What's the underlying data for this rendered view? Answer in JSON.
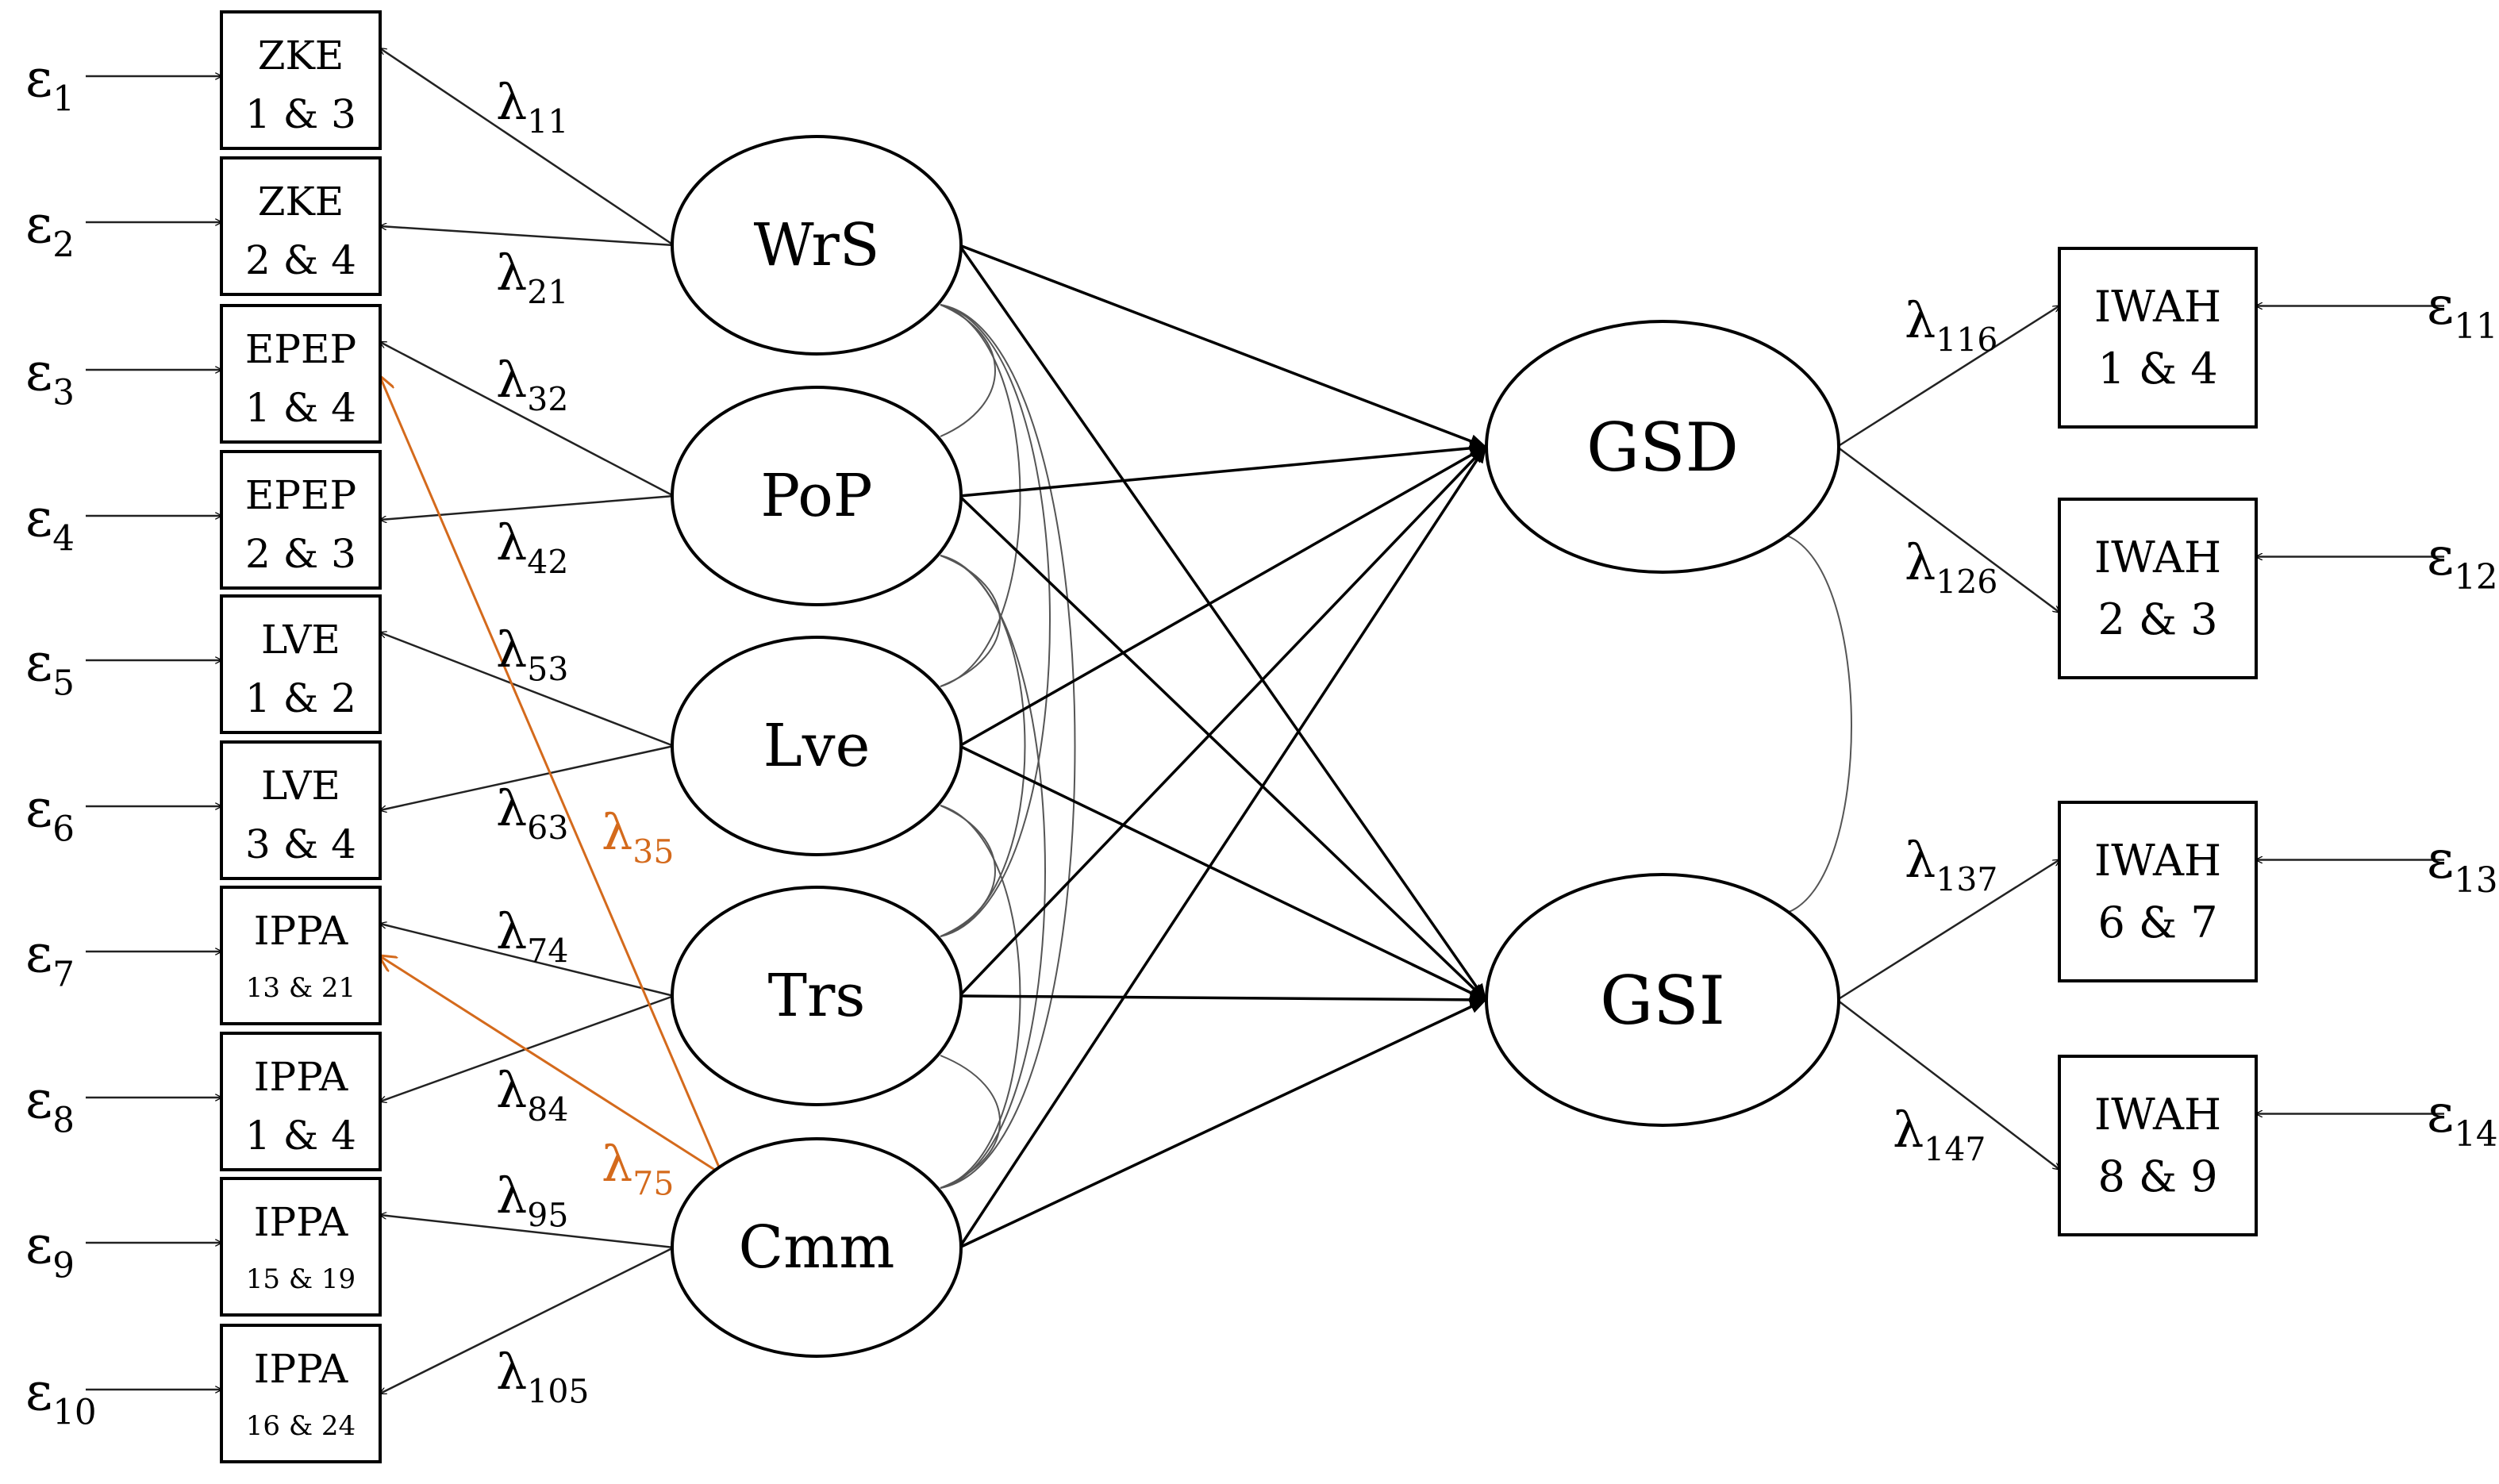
{
  "indicators_left": [
    {
      "line1": "ZKE",
      "line2": "1 & 3",
      "small": false,
      "error": "ε",
      "error_sub": "1",
      "loading": "λ",
      "loading_sub": "11"
    },
    {
      "line1": "ZKE",
      "line2": "2 & 4",
      "small": false,
      "error": "ε",
      "error_sub": "2",
      "loading": "λ",
      "loading_sub": "21"
    },
    {
      "line1": "EPEP",
      "line2": "1 & 4",
      "small": false,
      "error": "ε",
      "error_sub": "3",
      "loading": "λ",
      "loading_sub": "32"
    },
    {
      "line1": "EPEP",
      "line2": "2 & 3",
      "small": false,
      "error": "ε",
      "error_sub": "4",
      "loading": "λ",
      "loading_sub": "42"
    },
    {
      "line1": "LVE",
      "line2": "1 & 2",
      "small": false,
      "error": "ε",
      "error_sub": "5",
      "loading": "λ",
      "loading_sub": "53"
    },
    {
      "line1": "LVE",
      "line2": "3 & 4",
      "small": false,
      "error": "ε",
      "error_sub": "6",
      "loading": "λ",
      "loading_sub": "63"
    },
    {
      "line1": "IPPA",
      "line2": "13 & 21",
      "small": true,
      "error": "ε",
      "error_sub": "7",
      "loading": "λ",
      "loading_sub": "74"
    },
    {
      "line1": "IPPA",
      "line2": "1 & 4",
      "small": false,
      "error": "ε",
      "error_sub": "8",
      "loading": "λ",
      "loading_sub": "84"
    },
    {
      "line1": "IPPA",
      "line2": "15 & 19",
      "small": true,
      "error": "ε",
      "error_sub": "9",
      "loading": "λ",
      "loading_sub": "95"
    },
    {
      "line1": "IPPA",
      "line2": "16 & 24",
      "small": true,
      "error": "ε",
      "error_sub": "10",
      "loading": "λ",
      "loading_sub": "105"
    }
  ],
  "latent_left": [
    "WrS",
    "PoP",
    "Lve",
    "Trs",
    "Cmm"
  ],
  "latent_right": [
    "GSD",
    "GSI"
  ],
  "indicators_right": [
    {
      "line1": "IWAH",
      "line2": "1 & 4",
      "error": "ε",
      "error_sub": "11",
      "loading": "λ",
      "loading_sub": "116"
    },
    {
      "line1": "IWAH",
      "line2": "2 & 3",
      "error": "ε",
      "error_sub": "12",
      "loading": "λ",
      "loading_sub": "126"
    },
    {
      "line1": "IWAH",
      "line2": "6 & 7",
      "error": "ε",
      "error_sub": "13",
      "loading": "λ",
      "loading_sub": "137"
    },
    {
      "line1": "IWAH",
      "line2": "8 & 9",
      "error": "ε",
      "error_sub": "14",
      "loading": "λ",
      "loading_sub": "147"
    }
  ],
  "cross_loadings": [
    {
      "label": "λ",
      "sub": "35"
    },
    {
      "label": "λ",
      "sub": "75"
    }
  ],
  "colors": {
    "cross_loading": "#d46a1c",
    "stroke": "#000000"
  }
}
